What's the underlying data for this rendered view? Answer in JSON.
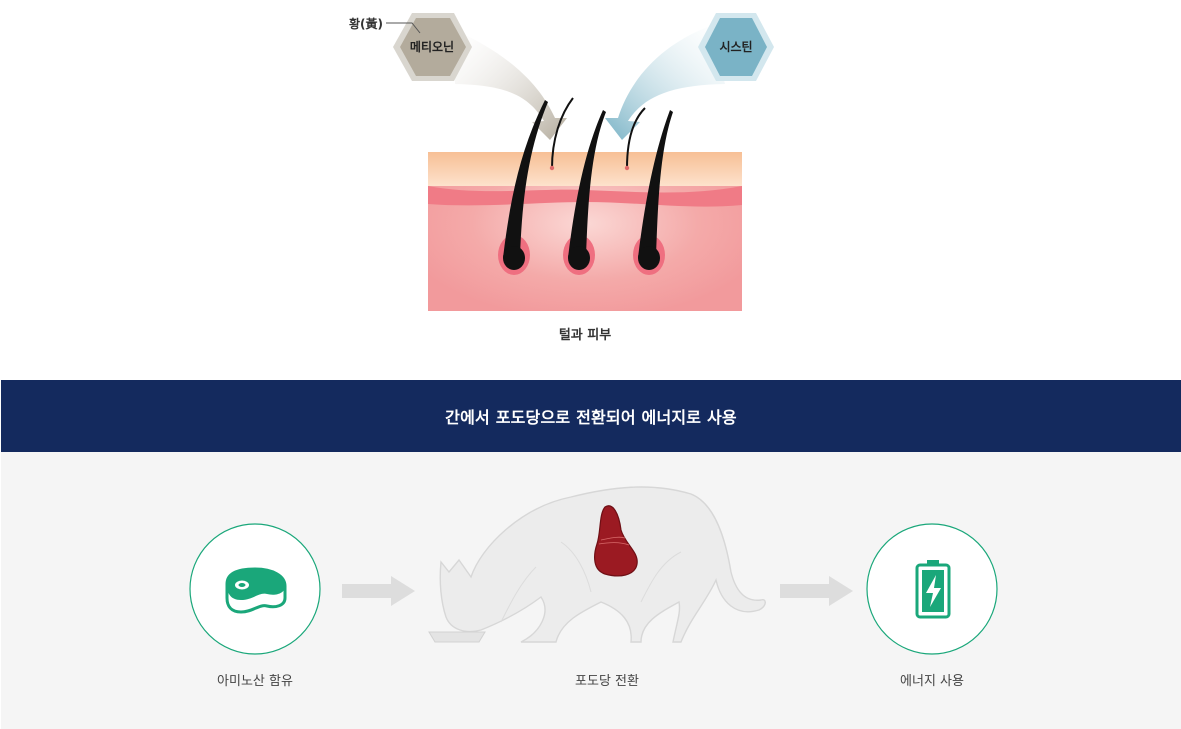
{
  "top": {
    "sulfur_label": "황(黃)",
    "methionine_label": "메티오닌",
    "cystine_label": "시스틴",
    "skin_caption": "털과 피부"
  },
  "banner": {
    "title": "간에서 포도당으로 전환되어 에너지로 사용"
  },
  "steps": [
    {
      "label": "아미노산 함유",
      "icon": "meat-icon"
    },
    {
      "label": "포도당 전환",
      "icon": "cat-liver-illustration"
    },
    {
      "label": "에너지 사용",
      "icon": "battery-icon"
    }
  ],
  "colors": {
    "banner_bg": "#142a5e",
    "methionine_hex": "#b3ab9c",
    "cystine_hex": "#7ab3c6",
    "accent_green": "#1aa77a",
    "liver": "#9b1a22"
  }
}
